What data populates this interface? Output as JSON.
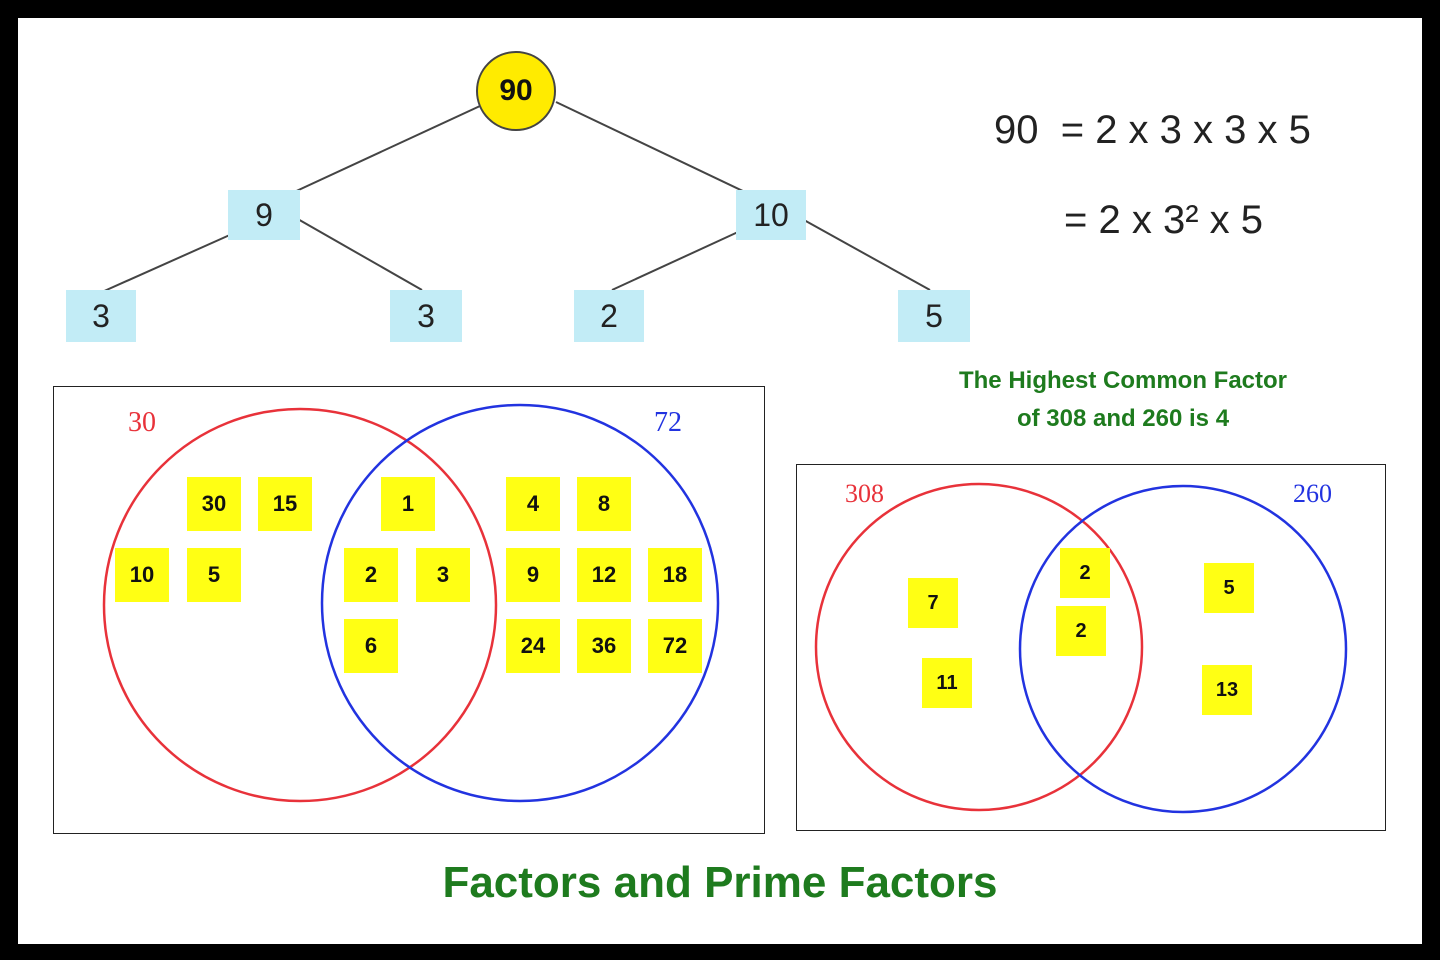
{
  "factor_tree": {
    "root": "90",
    "level1": [
      "9",
      "10"
    ],
    "leaves": [
      "3",
      "3",
      "2",
      "5"
    ]
  },
  "equation": {
    "line1": "90  = 2 x 3 x 3 x 5",
    "line2": "= 2 x 3² x 5"
  },
  "venn1": {
    "label_a": "30",
    "label_b": "72",
    "only_a": [
      "30",
      "15",
      "10",
      "5"
    ],
    "both": [
      "1",
      "2",
      "3",
      "6"
    ],
    "only_b": [
      "4",
      "8",
      "9",
      "12",
      "18",
      "24",
      "36",
      "72"
    ]
  },
  "hcf_text": {
    "line1": "The Highest Common Factor",
    "line2": "of 308 and 260 is 4"
  },
  "venn2": {
    "label_a": "308",
    "label_b": "260",
    "only_a": [
      "7",
      "11"
    ],
    "both": [
      "2",
      "2"
    ],
    "only_b": [
      "5",
      "13"
    ]
  },
  "title": "Factors and Prime Factors",
  "colors": {
    "root_fill": "#ffeb00",
    "node_fill": "#c2ecf6",
    "tile_fill": "#ffff14",
    "set_a": "#e8323a",
    "set_b": "#2233e0",
    "heading_green": "#1e7b1e"
  }
}
